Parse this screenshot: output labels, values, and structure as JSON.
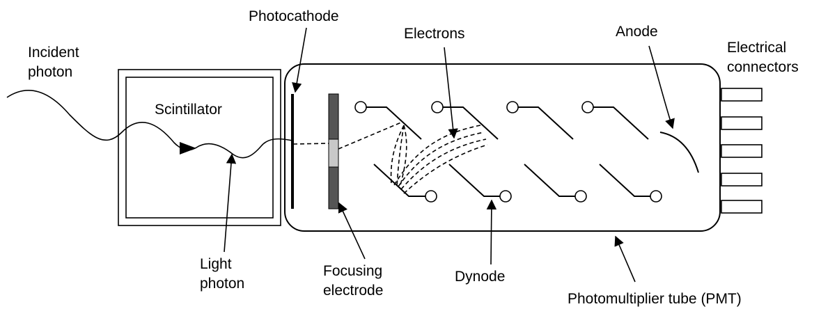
{
  "labels": {
    "incident_photon": [
      "Incident",
      "photon"
    ],
    "scintillator": "Scintillator",
    "photocathode": "Photocathode",
    "electrons": "Electrons",
    "anode": "Anode",
    "electrical_connectors": [
      "Electrical",
      "connectors"
    ],
    "light_photon": [
      "Light",
      "photon"
    ],
    "focusing_electrode": [
      "Focusing",
      "electrode"
    ],
    "dynode": "Dynode",
    "pmt": "Photomultiplier tube (PMT)"
  },
  "colors": {
    "line": "#000000",
    "focusing_electrode_dark": "#555555",
    "focusing_electrode_light": "#c8c8c8",
    "background": "#ffffff"
  }
}
